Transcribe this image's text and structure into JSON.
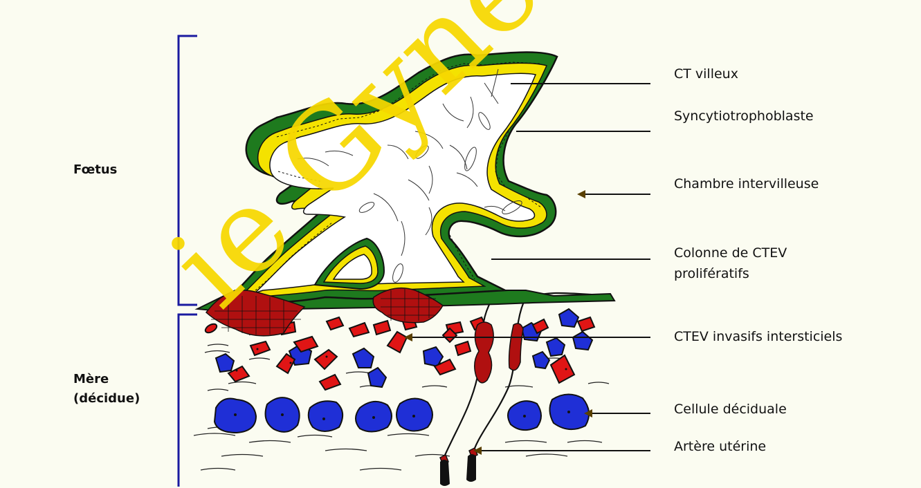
{
  "side_labels": {
    "foetus": "Fœtus",
    "mere_line1": "Mère",
    "mere_line2": "(décidue)"
  },
  "labels": {
    "ct_villeux": "CT villeux",
    "syncytio": "Syncytiotrophoblaste",
    "chambre": "Chambre intervilleuse",
    "colonne_line1": "Colonne de CTEV",
    "colonne_line2": "prolifératifs",
    "ctev_invasifs": "CTEV invasifs intersticiels",
    "cellule": "Cellule déciduale",
    "artere": "Artère utérine"
  },
  "watermark": "ie Gynécologie O",
  "colors": {
    "syncytiotrophoblast": "#1e7a1e",
    "cytotrophoblast": "#f4e200",
    "proliferative_ctev": "#b01010",
    "decidual_cell": "#1f2fd6",
    "invasive_ctev": "#e01515",
    "bracket": "#1a1aa0",
    "watermark": "#f7d800"
  }
}
